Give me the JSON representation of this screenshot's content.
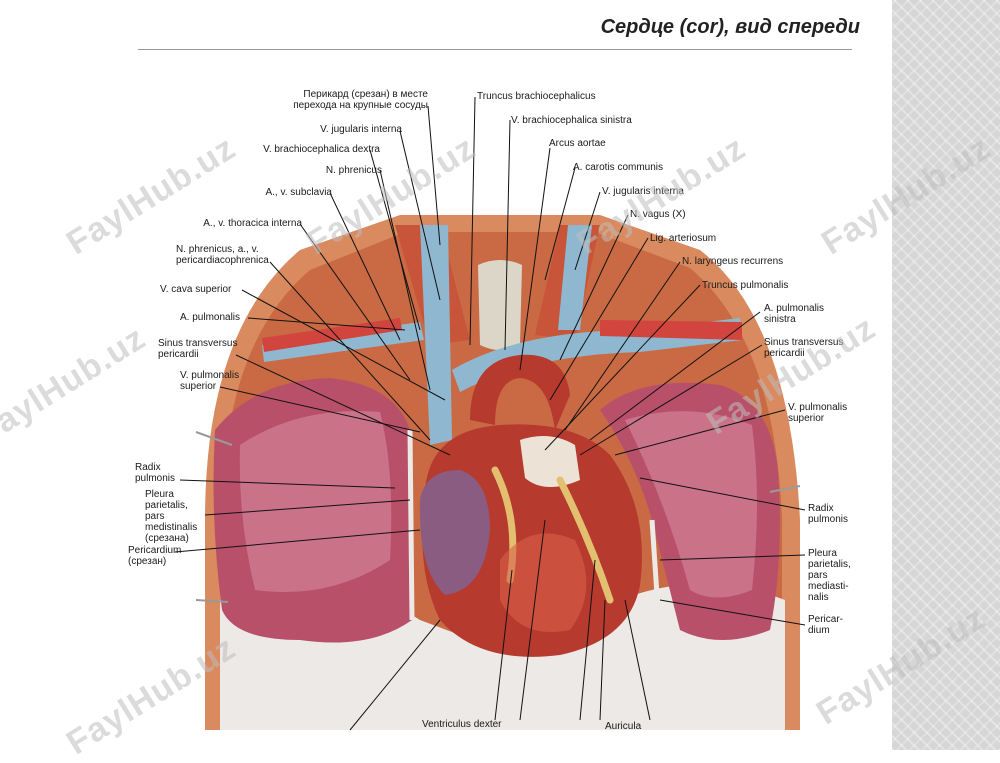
{
  "title": "Сердце (cor), вид спереди",
  "watermark": "FaylHub.uz",
  "colors": {
    "lung": "#b8506a",
    "lung_light": "#d98ea0",
    "heart": "#b63a2e",
    "heart_light": "#d9604a",
    "vein": "#8fb8d0",
    "artery": "#d2453f",
    "fat": "#e2c070",
    "pleura": "#e9e6e3",
    "muscle": "#c8553a"
  },
  "labels": {
    "l1": "Перикард (срезан) в месте\nперехода на крупные сосуды",
    "l2": "V. jugularis interna",
    "l3": "V. brachiocephalica dextra",
    "l4": "N. phrenicus",
    "l5": "A., v. subclavia",
    "l6": "A., v. thoracica interna",
    "l7": "N. phrenicus, a., v.\npericardiacophrenica",
    "l8": "V. cava superior",
    "l9": "A. pulmonalis",
    "l10": "Sinus transversus\npericardii",
    "l11": "V. pulmonalis\nsuperior",
    "l12": "Radix\npulmonis",
    "l13": "Pleura\nparietalis,\npars\nmedistinalis\n(срезана)",
    "l14": "Pericardium\n(срезан)",
    "l15": "Ventriculus dexter",
    "r1": "Truncus brachiocephalicus",
    "r2": "V. brachiocephalica sinistra",
    "r3": "Arcus aortae",
    "r4": "A. carotis communis",
    "r5": "V. jugularis interna",
    "r6": "N. vagus (X)",
    "r7": "Lig. arteriosum",
    "r8": "N. laryngeus recurrens",
    "r9": "Truncus pulmonalis",
    "r10": "A. pulmonalis\nsinistra",
    "r11": "Sinus transversus\npericardii",
    "r12": "V. pulmonalis\nsuperior",
    "r13": "Radix\npulmonis",
    "r14": "Pleura\nparietalis,\npars\nmediasti-\nnalis",
    "r15": "Pericar-\ndium",
    "r16": "Auricula"
  }
}
